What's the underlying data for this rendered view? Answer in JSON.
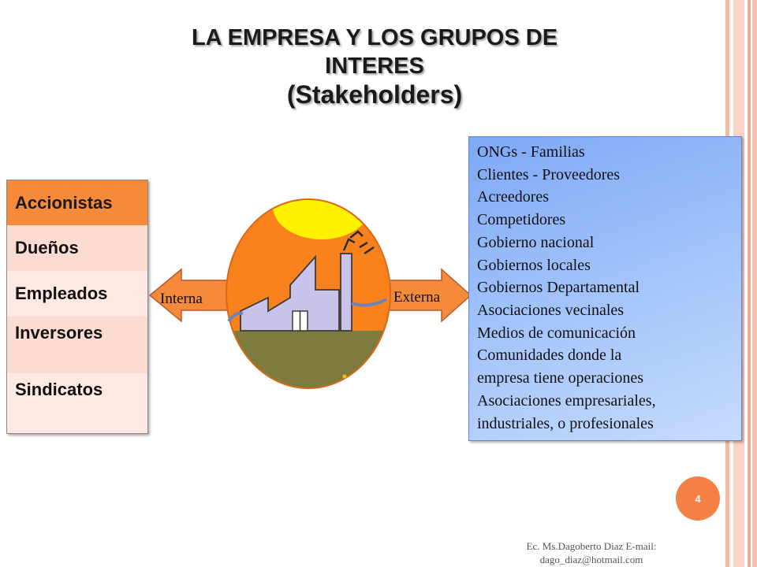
{
  "title": {
    "line1": "LA EMPRESA Y LOS GRUPOS DE",
    "line2": "INTERES",
    "line3": "(Stakeholders)"
  },
  "internal_groups": [
    "Accionistas",
    "Dueños",
    "Empleados",
    "Inversores",
    "Sindicatos"
  ],
  "arrows": {
    "left_label": "Interna",
    "right_label": "Externa"
  },
  "external_groups": [
    "ONGs - Familias",
    "Clientes - Proveedores",
    "Acreedores",
    "Competidores",
    "Gobierno nacional",
    "Gobiernos locales",
    "Gobiernos Departamental",
    "Asociaciones vecinales",
    "Medios de comunicación",
    "Comunidades donde la",
    "empresa tiene operaciones",
    "Asociaciones empresariales,",
    "industriales, o profesionales"
  ],
  "page_number": "4",
  "footer": {
    "line1": "Ec. Ms.Dagoberto Diaz  E-mail:",
    "line2": "dago_diaz@hotmail.com"
  },
  "colors": {
    "orange": "#f58a3a",
    "blue_box": "#9fc1fa",
    "factory": "#c9c3ea",
    "ground": "#7e7b3e",
    "sun": "#fff200"
  },
  "icons": [
    "factory-icon",
    "sun-icon",
    "smoke-icon",
    "left-arrow-icon",
    "right-arrow-icon"
  ]
}
